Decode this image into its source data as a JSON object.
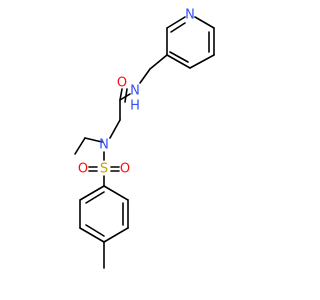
{
  "colors": {
    "background": "#ffffff",
    "bond": "#000000",
    "nitrogen": "#3050f8",
    "oxygen": "#ff0d0d",
    "sulfur": "#c8a400"
  },
  "atoms": {
    "pyridine_n": "N",
    "amide_n": "N",
    "amide_nh_h": "H",
    "carbonyl_o": "O",
    "sulfonamide_n": "N",
    "sulfur": "S",
    "sulfonyl_o_left": "O",
    "sulfonyl_o_right": "O"
  }
}
